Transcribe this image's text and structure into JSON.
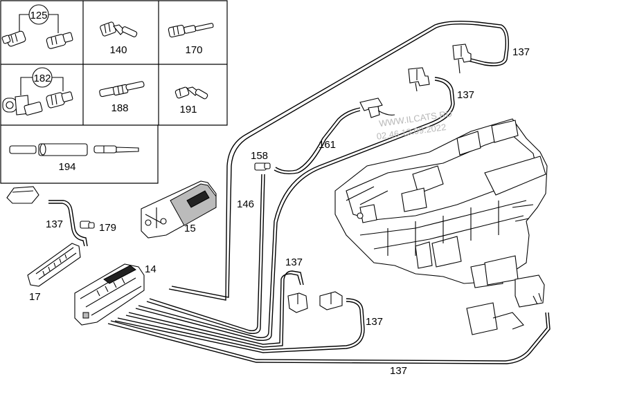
{
  "inset": {
    "cells": [
      {
        "id": "cell-125",
        "label": "125",
        "circled": true
      },
      {
        "id": "cell-140",
        "label": "140",
        "circled": false
      },
      {
        "id": "cell-170",
        "label": "170",
        "circled": false
      },
      {
        "id": "cell-182",
        "label": "182",
        "circled": true
      },
      {
        "id": "cell-188",
        "label": "188",
        "circled": false
      },
      {
        "id": "cell-191",
        "label": "191",
        "circled": false
      },
      {
        "id": "cell-194",
        "label": "194",
        "circled": false
      }
    ]
  },
  "callouts": {
    "p137_top_right": "137",
    "p137_upper": "137",
    "p161": "161",
    "p158": "158",
    "p146": "146",
    "p137_left": "137",
    "p179": "179",
    "p15": "15",
    "p14": "14",
    "p17": "17",
    "p137_mid": "137",
    "p137_valve": "137",
    "p137_bottom": "137"
  },
  "watermark": {
    "site": "WWW.ILCATS.RU",
    "code": "02.46  13.09.2022"
  }
}
